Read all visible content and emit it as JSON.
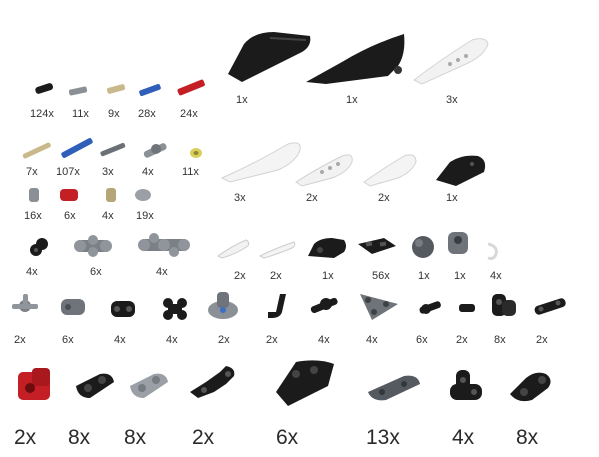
{
  "image": {
    "background_color": "#ffffff",
    "colors": {
      "black": "#1b1b1b",
      "dark_grey": "#555a60",
      "light_grey": "#9aa0a6",
      "white": "#f4f4f4",
      "tan": "#c9b98a",
      "blue": "#2f5fb8",
      "red": "#c41f24",
      "yellow": "#d9cf5a"
    }
  },
  "parts": [
    {
      "icon": "black-pin-icon",
      "qty": "124x"
    },
    {
      "icon": "grey-axle-pin-icon",
      "qty": "11x"
    },
    {
      "icon": "tan-axle-pin-icon",
      "qty": "9x"
    },
    {
      "icon": "blue-axle-pin-icon",
      "qty": "28x"
    },
    {
      "icon": "red-axle-icon",
      "qty": "24x"
    },
    {
      "icon": "tan-axle-icon",
      "qty": "7x"
    },
    {
      "icon": "blue-axle-pin-long-icon",
      "qty": "107x"
    },
    {
      "icon": "grey-axle-icon",
      "qty": "3x"
    },
    {
      "icon": "grey-connector-icon",
      "qty": "4x"
    },
    {
      "icon": "yellow-bush-icon",
      "qty": "11x"
    },
    {
      "icon": "grey-axle-extension-icon",
      "qty": "16x"
    },
    {
      "icon": "red-axle-extension-icon",
      "qty": "6x"
    },
    {
      "icon": "tan-bush-icon",
      "qty": "4x"
    },
    {
      "icon": "grey-half-bush-icon",
      "qty": "19x"
    },
    {
      "icon": "black-angle-connector-icon",
      "qty": "4x"
    },
    {
      "icon": "grey-cross-block-icon",
      "qty": "6x"
    },
    {
      "icon": "grey-double-cross-block-icon",
      "qty": "4x"
    },
    {
      "icon": "black-large-panel-left-icon",
      "qty": "1x"
    },
    {
      "icon": "black-large-panel-right-icon",
      "qty": "1x"
    },
    {
      "icon": "white-long-panel-icon",
      "qty": "3x"
    },
    {
      "icon": "white-curved-panel-icon",
      "qty": "3x"
    },
    {
      "icon": "white-panel-icon",
      "qty": "2x"
    },
    {
      "icon": "white-short-panel-icon",
      "qty": "2x"
    },
    {
      "icon": "black-small-panel-icon",
      "qty": "1x"
    },
    {
      "icon": "white-blade-icon",
      "qty": "2x"
    },
    {
      "icon": "white-blade-small-icon",
      "qty": "2x"
    },
    {
      "icon": "black-wedge-icon",
      "qty": "1x"
    },
    {
      "icon": "black-tread-link-icon",
      "qty": "56x"
    },
    {
      "icon": "dark-grey-ball-icon",
      "qty": "1x"
    },
    {
      "icon": "grey-ball-socket-icon",
      "qty": "1x"
    },
    {
      "icon": "white-hook-icon",
      "qty": "4x"
    },
    {
      "icon": "grey-tri-connector-icon",
      "qty": "2x"
    },
    {
      "icon": "grey-beam-connector-icon",
      "qty": "6x"
    },
    {
      "icon": "black-beam-connector-icon",
      "qty": "4x"
    },
    {
      "icon": "black-cross-connector-icon",
      "qty": "4x"
    },
    {
      "icon": "grey-turntable-icon",
      "qty": "2x"
    },
    {
      "icon": "black-angle-beam-icon",
      "qty": "2x"
    },
    {
      "icon": "black-pin-connector-icon",
      "qty": "4x"
    },
    {
      "icon": "grey-triangle-plate-icon",
      "qty": "4x"
    },
    {
      "icon": "black-small-connector-icon",
      "qty": "6x"
    },
    {
      "icon": "black-tiny-connector-icon",
      "qty": "2x"
    },
    {
      "icon": "black-double-connector-icon",
      "qty": "8x"
    },
    {
      "icon": "black-link-beam-icon",
      "qty": "2x"
    },
    {
      "icon": "red-block-icon",
      "qty": "2x"
    },
    {
      "icon": "black-beam-block-icon",
      "qty": "8x"
    },
    {
      "icon": "grey-beam-block-icon",
      "qty": "8x"
    },
    {
      "icon": "black-angled-beam-icon",
      "qty": "2x"
    },
    {
      "icon": "black-triangle-beam-icon",
      "qty": "6x"
    },
    {
      "icon": "dark-grey-long-block-icon",
      "qty": "13x"
    },
    {
      "icon": "black-tee-connector-icon",
      "qty": "4x"
    },
    {
      "icon": "black-steering-arm-icon",
      "qty": "8x"
    }
  ]
}
